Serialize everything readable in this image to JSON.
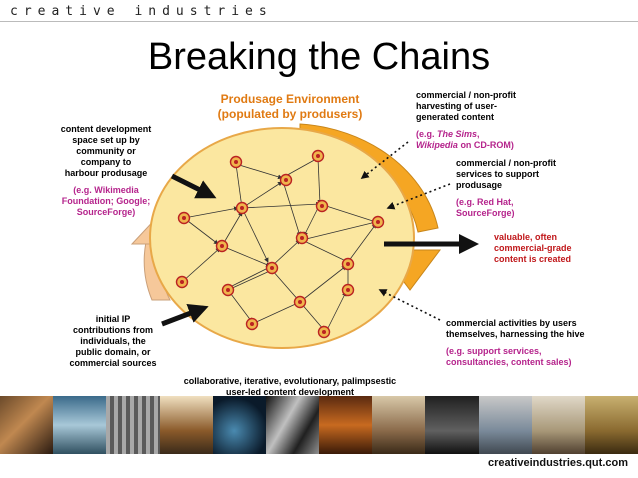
{
  "header": {
    "brand": "creative industries"
  },
  "title": "Breaking the Chains",
  "environment": {
    "line1": "Produsage Environment",
    "line2": "(populated by produsers)"
  },
  "labels": {
    "content_dev": {
      "lines": [
        "content development",
        "space set up by",
        "community or",
        "company to",
        "harbour produsage"
      ],
      "examples": [
        "(e.g. Wikimedia",
        "Foundation; Google;",
        "SourceForge)"
      ]
    },
    "harvesting": {
      "lines": [
        "commercial / non-profit",
        "harvesting of user-",
        "generated content"
      ],
      "example_prefix": "(e.g. ",
      "example_italic1": "The Sims",
      "example_sep": ",",
      "example_italic2": "Wikipedia",
      "example_suffix": " on CD-ROM)"
    },
    "services": {
      "lines": [
        "commercial / non-profit",
        "services to support",
        "produsage"
      ],
      "examples": [
        "(e.g. Red Hat,",
        "SourceForge)"
      ]
    },
    "valuable": {
      "lines": [
        "valuable, often",
        "commercial-grade",
        "content is created"
      ]
    },
    "initial_ip": {
      "lines": [
        "initial IP",
        "contributions from",
        "individuals, the",
        "public domain, or",
        "commercial sources"
      ]
    },
    "commercial_activities": {
      "lines": [
        "commercial activities by users",
        "themselves, harnessing the hive"
      ],
      "examples": [
        "(e.g. support services,",
        "consultancies, content sales)"
      ]
    },
    "bottom": {
      "lines": [
        "collaborative, iterative, evolutionary, palimpsestic",
        "user-led content development"
      ]
    }
  },
  "footer": {
    "url": "creativeindustries.qut.com"
  },
  "colors": {
    "circle_fill": "#fbe7a0",
    "circle_stroke": "#e8a848",
    "arc_orange": "#f5a623",
    "arc_peach": "#f6c89a",
    "example_magenta": "#b5248c",
    "output_red": "#c0171a",
    "env_title_orange": "#e07a12"
  }
}
